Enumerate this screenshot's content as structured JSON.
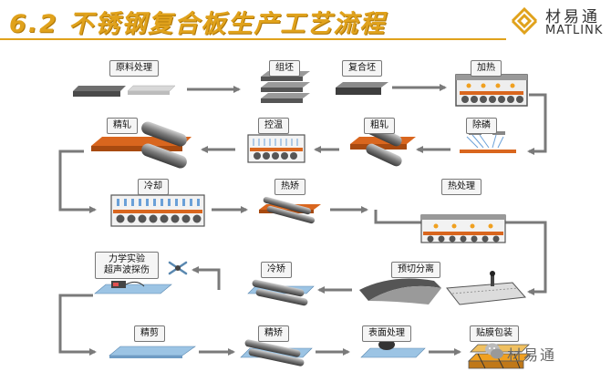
{
  "header": {
    "title": "6.2 不锈钢复合板生产工艺流程",
    "brand_cn": "材易通",
    "brand_en": "MATLINK"
  },
  "steps": {
    "raw_material": "原料处理",
    "assembly": "组坯",
    "composite_slab": "复合坯",
    "heating": "加热",
    "finish_rolling": "精轧",
    "temp_control": "控温",
    "rough_rolling": "粗轧",
    "descaling": "除磷",
    "cooling": "冷却",
    "hot_straightening": "热矫",
    "heat_treatment": "热处理",
    "mechanical_test": "力学实验\n超声波探伤",
    "cold_straightening": "冷矫",
    "pre_cut_separation": "预切分离",
    "fine_shearing": "精剪",
    "fine_straightening": "精矫",
    "surface_treatment": "表面处理",
    "film_packaging": "贴膜包装"
  },
  "watermark": "材易通",
  "colors": {
    "title": "#e0a21c",
    "arrow": "#7a7a7a",
    "steel_gray": "#8c8c8c",
    "plate_orange": "#d9661e",
    "plate_blue": "#9cc4e4",
    "roller": "#6e6e6e"
  }
}
